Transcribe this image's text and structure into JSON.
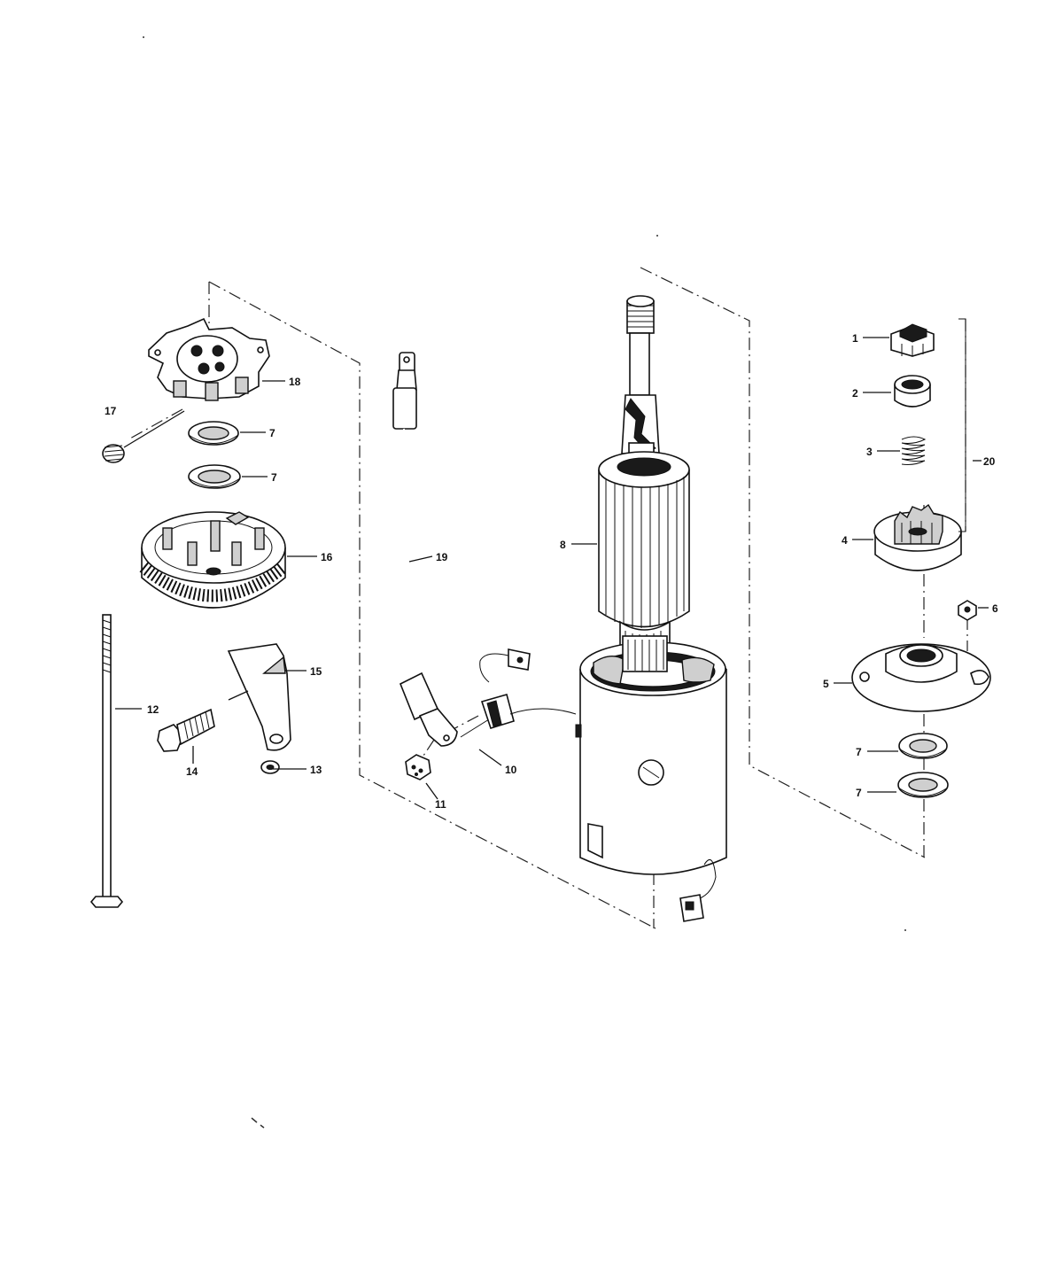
{
  "callouts": {
    "c1": "1",
    "c2": "2",
    "c3": "3",
    "c4": "4",
    "c5": "5",
    "c6": "6",
    "c7a": "7",
    "c7b": "7",
    "c7c": "7",
    "c7d": "7",
    "c8": "8",
    "c10": "10",
    "c11": "11",
    "c12": "12",
    "c13": "13",
    "c14": "14",
    "c15": "15",
    "c16": "16",
    "c17": "17",
    "c18": "18",
    "c19": "19",
    "c20": "20"
  },
  "parts": [
    {
      "callout": "1",
      "shape": "hex-nut"
    },
    {
      "callout": "2",
      "shape": "spacer-bushing"
    },
    {
      "callout": "3",
      "shape": "coil-spring"
    },
    {
      "callout": "4",
      "shape": "drive-pinion"
    },
    {
      "callout": "5",
      "shape": "end-cap-plate"
    },
    {
      "callout": "6",
      "shape": "small-nut"
    },
    {
      "callout": "7",
      "shape": "thrust-washer"
    },
    {
      "callout": "8",
      "shape": "armature"
    },
    {
      "callout": "10",
      "shape": "brush-lead"
    },
    {
      "callout": "11",
      "shape": "terminal-nut"
    },
    {
      "callout": "12",
      "shape": "through-bolt"
    },
    {
      "callout": "13",
      "shape": "lock-washer"
    },
    {
      "callout": "14",
      "shape": "cap-screw"
    },
    {
      "callout": "15",
      "shape": "bracket"
    },
    {
      "callout": "16",
      "shape": "end-frame"
    },
    {
      "callout": "17",
      "shape": "brush-spring"
    },
    {
      "callout": "18",
      "shape": "brush-plate"
    },
    {
      "callout": "19",
      "shape": "cable"
    },
    {
      "callout": "20",
      "shape": "drive-assembly-bracket"
    }
  ]
}
